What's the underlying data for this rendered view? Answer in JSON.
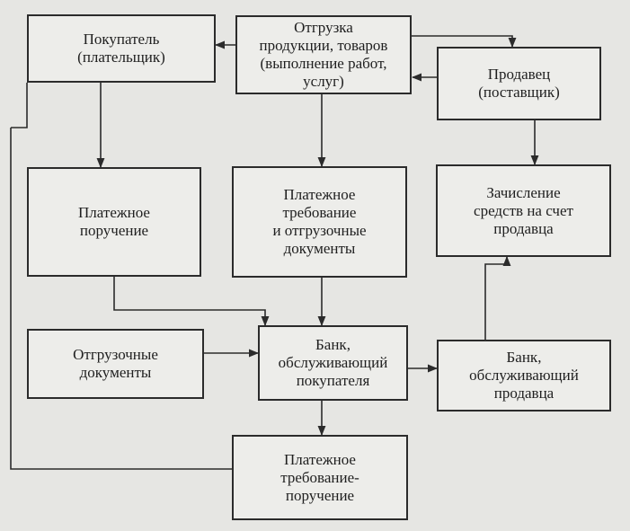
{
  "background_text": "",
  "boxes": {
    "buyer": "Покупатель\n(плательщик)",
    "shipment": "Отгрузка\nпродукции, товаров\n(выполнение работ,\nуслуг)",
    "seller": "Продавец\n(поставщик)",
    "payment_order": "Платежное\nпоручение",
    "payment_claim": "Платежное\nтребование\nи отгрузочные\nдокументы",
    "crediting": "Зачисление\nсредств на счет\nпродавца",
    "shipping_docs": "Отгрузочные\nдокументы",
    "buyer_bank": "Банк,\nобслуживающий\nпокупателя",
    "seller_bank": "Банк,\nобслуживающий\nпродавца",
    "claim_order": "Платежное\nтребование-\nпоручение"
  }
}
